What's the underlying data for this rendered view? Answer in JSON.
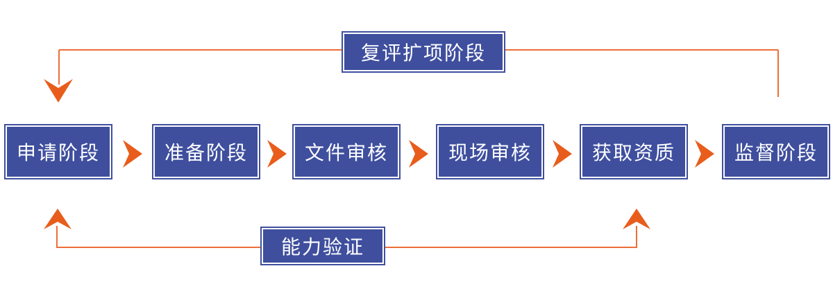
{
  "diagram": {
    "type": "flowchart",
    "background": "#FFFFFF",
    "colors": {
      "box_fill": "#3F4F9E",
      "box_inner_border": "#FFFFFF",
      "box_text": "#FFFFFF",
      "arrow": "#E85D1C",
      "connector_line": "#ED6E38"
    },
    "flow_boxes": [
      {
        "label": "申请阶段"
      },
      {
        "label": "准备阶段"
      },
      {
        "label": "文件审核"
      },
      {
        "label": "现场审核"
      },
      {
        "label": "获取资质"
      },
      {
        "label": "监督阶段"
      }
    ],
    "loop_top": {
      "label": "复评扩项阶段",
      "from": "监督阶段",
      "to": "申请阶段"
    },
    "loop_bottom": {
      "label": "能力验证",
      "targets": [
        "申请阶段",
        "获取资质"
      ]
    }
  }
}
